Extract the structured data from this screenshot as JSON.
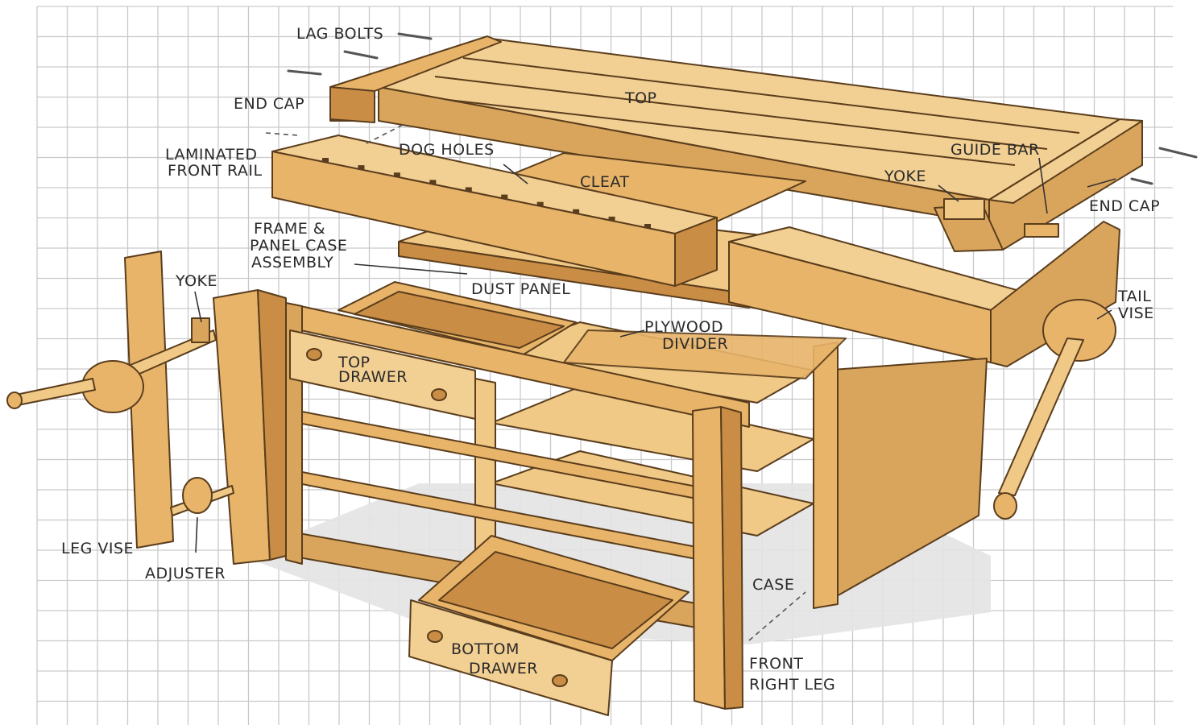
{
  "labels": {
    "lag_bolts": "LAG BOLTS",
    "top": "TOP",
    "end_cap_left": "END CAP",
    "laminated_front_rail_1": "LAMINATED",
    "laminated_front_rail_2": "FRONT RAIL",
    "dog_holes": "DOG HOLES",
    "cleat": "CLEAT",
    "guide_bar": "GUIDE BAR",
    "yoke_right": "YOKE",
    "end_cap_right": "END CAP",
    "frame_panel_1": "FRAME &",
    "frame_panel_2": "PANEL CASE",
    "frame_panel_3": "ASSEMBLY",
    "dust_panel": "DUST PANEL",
    "yoke_left": "YOKE",
    "plywood_divider_1": "PLYWOOD",
    "plywood_divider_2": "DIVIDER",
    "tail_vise_1": "TAIL",
    "tail_vise_2": "VISE",
    "top_drawer_1": "TOP",
    "top_drawer_2": "DRAWER",
    "leg_vise": "LEG VISE",
    "adjuster": "ADJUSTER",
    "case": "CASE",
    "bottom_drawer_1": "BOTTOM",
    "bottom_drawer_2": "DRAWER",
    "front_right_leg_1": "FRONT",
    "front_right_leg_2": "RIGHT LEG"
  },
  "colors": {
    "grid_line": "#c9c9c9",
    "wood_light": "#f2cf93",
    "wood_mid": "#e8b46a",
    "wood_dark": "#c98d45",
    "wood_shadow": "#a8702e",
    "outline": "#5a3d1c",
    "shadow": "#e4e4e4"
  }
}
